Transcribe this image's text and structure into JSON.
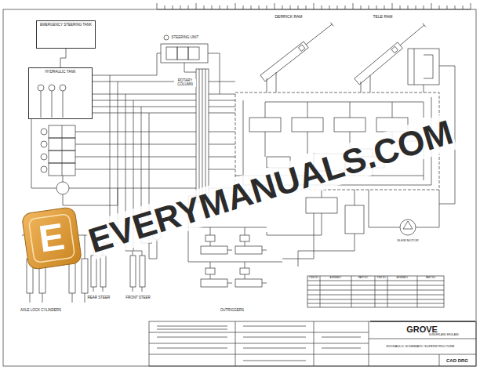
{
  "diagram": {
    "nodes": [
      {
        "text": [
          "EMERGENCY STEERING TANK"
        ]
      },
      {
        "text": [
          "HYDRAULIC TANK"
        ]
      }
    ],
    "edges": [
      {
        "from": 0,
        "to": 1,
        "arrow": "none"
      }
    ],
    "labels": [
      "STEERING UNIT",
      "ROTARY COLUMN",
      "DERRICK RAM",
      "TELE RAM",
      "AXLE LOCK CYLINDERS",
      "REAR STEER",
      "FRONT STEER",
      "OUTRIGGERS",
      "SLEW MOTOR",
      "ITEM NO",
      "ASSEMBLY",
      "PART NO",
      "ITEM NO",
      "ASSEMBLY",
      "PART NO",
      "GROVE",
      "SUNDERLAND ENGLAND",
      "HYDRAULIC SCHEMATIC SUPERSTRUCTURE",
      "CAD DRG",
      "EVERYMANUALS.COM",
      "E"
    ]
  }
}
